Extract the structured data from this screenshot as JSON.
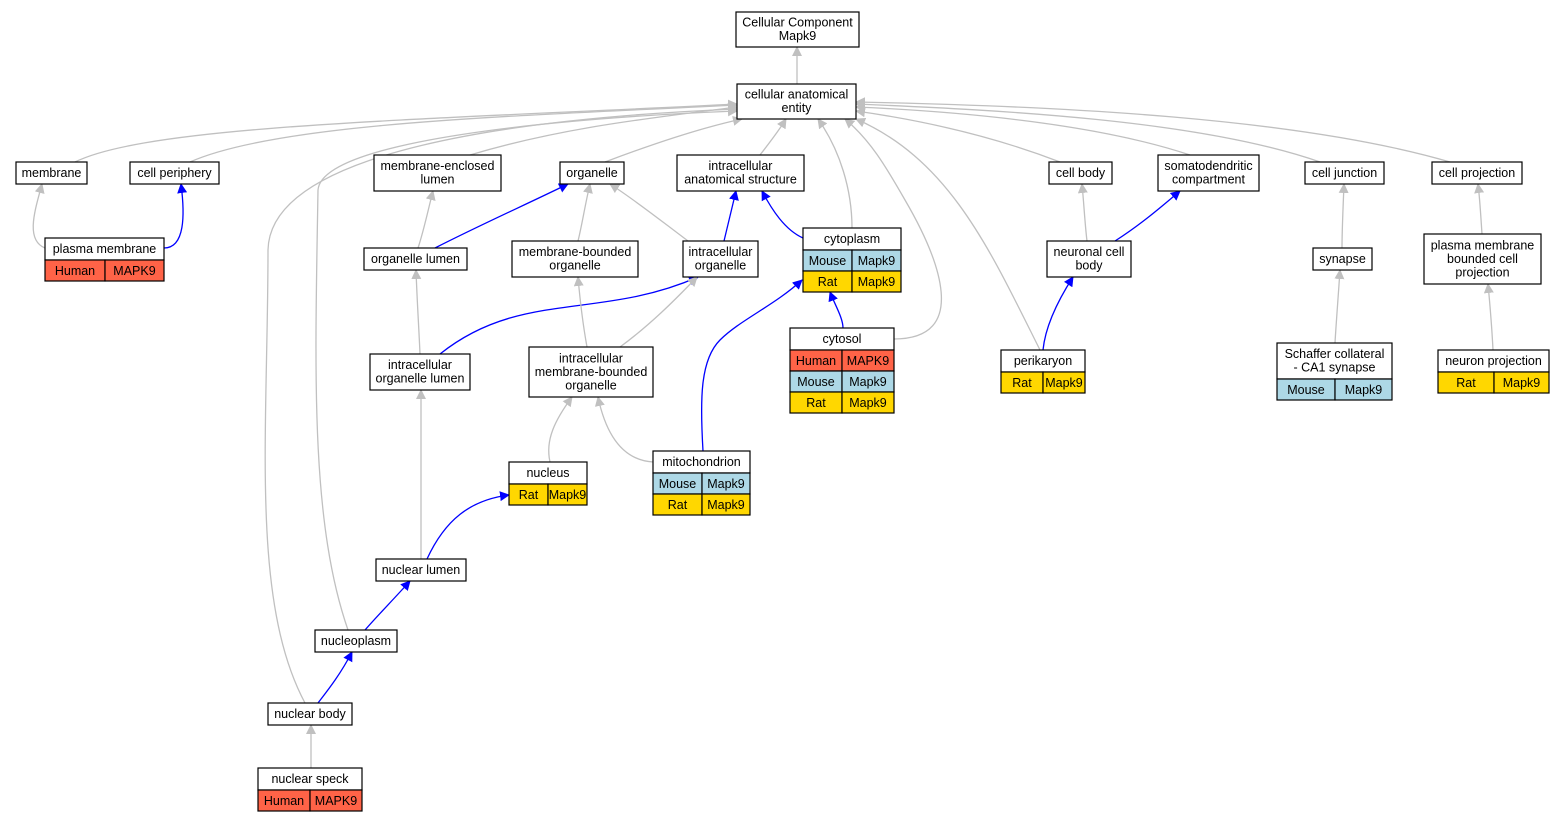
{
  "colors": {
    "human": "#ff6347",
    "mouse": "#add8e6",
    "rat": "#ffd700",
    "edge_is_a": "#c0c0c0",
    "edge_part_of": "#0000ff"
  },
  "nodes": [
    {
      "id": "root",
      "lines": [
        "Cellular Component",
        "Mapk9"
      ]
    },
    {
      "id": "cae",
      "lines": [
        "cellular anatomical",
        "entity"
      ]
    },
    {
      "id": "membrane",
      "lines": [
        "membrane"
      ]
    },
    {
      "id": "cellperiphery",
      "lines": [
        "cell periphery"
      ]
    },
    {
      "id": "mel",
      "lines": [
        "membrane-enclosed",
        "lumen"
      ]
    },
    {
      "id": "organelle",
      "lines": [
        "organelle"
      ]
    },
    {
      "id": "ias",
      "lines": [
        "intracellular",
        "anatomical structure"
      ]
    },
    {
      "id": "cellbody",
      "lines": [
        "cell body"
      ]
    },
    {
      "id": "somato",
      "lines": [
        "somatodendritic",
        "compartment"
      ]
    },
    {
      "id": "celljunction",
      "lines": [
        "cell junction"
      ]
    },
    {
      "id": "cellprojection",
      "lines": [
        "cell projection"
      ]
    },
    {
      "id": "plasmamembrane",
      "lines": [
        "plasma membrane"
      ],
      "genes": [
        {
          "species": "Human",
          "gene": "MAPK9"
        }
      ]
    },
    {
      "id": "organellelumen",
      "lines": [
        "organelle lumen"
      ]
    },
    {
      "id": "mbo",
      "lines": [
        "membrane-bounded",
        "organelle"
      ]
    },
    {
      "id": "io",
      "lines": [
        "intracellular",
        "organelle"
      ]
    },
    {
      "id": "cytoplasm",
      "lines": [
        "cytoplasm"
      ],
      "genes": [
        {
          "species": "Mouse",
          "gene": "Mapk9"
        },
        {
          "species": "Rat",
          "gene": "Mapk9"
        }
      ]
    },
    {
      "id": "ncb",
      "lines": [
        "neuronal cell",
        "body"
      ]
    },
    {
      "id": "synapse",
      "lines": [
        "synapse"
      ]
    },
    {
      "id": "pmbcp",
      "lines": [
        "plasma membrane",
        "bounded cell",
        "projection"
      ]
    },
    {
      "id": "iol",
      "lines": [
        "intracellular",
        "organelle lumen"
      ]
    },
    {
      "id": "imbo",
      "lines": [
        "intracellular",
        "membrane-bounded",
        "organelle"
      ]
    },
    {
      "id": "cytosol",
      "lines": [
        "cytosol"
      ],
      "genes": [
        {
          "species": "Human",
          "gene": "MAPK9"
        },
        {
          "species": "Mouse",
          "gene": "Mapk9"
        },
        {
          "species": "Rat",
          "gene": "Mapk9"
        }
      ]
    },
    {
      "id": "perikaryon",
      "lines": [
        "perikaryon"
      ],
      "genes": [
        {
          "species": "Rat",
          "gene": "Mapk9"
        }
      ]
    },
    {
      "id": "schaffer",
      "lines": [
        "Schaffer collateral",
        "- CA1 synapse"
      ],
      "genes": [
        {
          "species": "Mouse",
          "gene": "Mapk9"
        }
      ]
    },
    {
      "id": "neuronprojection",
      "lines": [
        "neuron projection"
      ],
      "genes": [
        {
          "species": "Rat",
          "gene": "Mapk9"
        }
      ]
    },
    {
      "id": "nucleus",
      "lines": [
        "nucleus"
      ],
      "genes": [
        {
          "species": "Rat",
          "gene": "Mapk9"
        }
      ]
    },
    {
      "id": "mitochondrion",
      "lines": [
        "mitochondrion"
      ],
      "genes": [
        {
          "species": "Mouse",
          "gene": "Mapk9"
        },
        {
          "species": "Rat",
          "gene": "Mapk9"
        }
      ]
    },
    {
      "id": "nuclearlumen",
      "lines": [
        "nuclear lumen"
      ]
    },
    {
      "id": "nucleoplasm",
      "lines": [
        "nucleoplasm"
      ]
    },
    {
      "id": "nuclearbody",
      "lines": [
        "nuclear body"
      ]
    },
    {
      "id": "nuclearspeck",
      "lines": [
        "nuclear speck"
      ],
      "genes": [
        {
          "species": "Human",
          "gene": "MAPK9"
        }
      ]
    }
  ],
  "edges": [
    {
      "from": "cae",
      "to": "root",
      "relation": "is_a"
    },
    {
      "from": "membrane",
      "to": "cae",
      "relation": "is_a"
    },
    {
      "from": "cellperiphery",
      "to": "cae",
      "relation": "is_a"
    },
    {
      "from": "mel",
      "to": "cae",
      "relation": "is_a"
    },
    {
      "from": "organelle",
      "to": "cae",
      "relation": "is_a"
    },
    {
      "from": "ias",
      "to": "cae",
      "relation": "is_a"
    },
    {
      "from": "cellbody",
      "to": "cae",
      "relation": "is_a"
    },
    {
      "from": "somato",
      "to": "cae",
      "relation": "is_a"
    },
    {
      "from": "celljunction",
      "to": "cae",
      "relation": "is_a"
    },
    {
      "from": "cellprojection",
      "to": "cae",
      "relation": "is_a"
    },
    {
      "from": "cytoplasm",
      "to": "cae",
      "relation": "is_a"
    },
    {
      "from": "cytosol",
      "to": "cae",
      "relation": "is_a"
    },
    {
      "from": "perikaryon",
      "to": "cae",
      "relation": "is_a"
    },
    {
      "from": "nucleoplasm",
      "to": "cae",
      "relation": "is_a"
    },
    {
      "from": "nuclearbody",
      "to": "cae",
      "relation": "is_a"
    },
    {
      "from": "plasmamembrane",
      "to": "membrane",
      "relation": "is_a"
    },
    {
      "from": "plasmamembrane",
      "to": "cellperiphery",
      "relation": "part_of"
    },
    {
      "from": "organellelumen",
      "to": "mel",
      "relation": "is_a"
    },
    {
      "from": "organellelumen",
      "to": "organelle",
      "relation": "part_of"
    },
    {
      "from": "mbo",
      "to": "organelle",
      "relation": "is_a"
    },
    {
      "from": "io",
      "to": "organelle",
      "relation": "is_a"
    },
    {
      "from": "io",
      "to": "ias",
      "relation": "part_of"
    },
    {
      "from": "cytoplasm",
      "to": "ias",
      "relation": "part_of"
    },
    {
      "from": "ncb",
      "to": "cellbody",
      "relation": "is_a"
    },
    {
      "from": "ncb",
      "to": "somato",
      "relation": "part_of"
    },
    {
      "from": "synapse",
      "to": "celljunction",
      "relation": "is_a"
    },
    {
      "from": "pmbcp",
      "to": "cellprojection",
      "relation": "is_a"
    },
    {
      "from": "iol",
      "to": "organellelumen",
      "relation": "is_a"
    },
    {
      "from": "iol",
      "to": "io",
      "relation": "part_of"
    },
    {
      "from": "imbo",
      "to": "mbo",
      "relation": "is_a"
    },
    {
      "from": "imbo",
      "to": "io",
      "relation": "is_a"
    },
    {
      "from": "cytosol",
      "to": "cytoplasm",
      "relation": "part_of"
    },
    {
      "from": "perikaryon",
      "to": "ncb",
      "relation": "part_of"
    },
    {
      "from": "schaffer",
      "to": "synapse",
      "relation": "is_a"
    },
    {
      "from": "neuronprojection",
      "to": "pmbcp",
      "relation": "is_a"
    },
    {
      "from": "nucleus",
      "to": "imbo",
      "relation": "is_a"
    },
    {
      "from": "mitochondrion",
      "to": "imbo",
      "relation": "is_a"
    },
    {
      "from": "mitochondrion",
      "to": "cytoplasm",
      "relation": "part_of"
    },
    {
      "from": "nuclearlumen",
      "to": "iol",
      "relation": "is_a"
    },
    {
      "from": "nuclearlumen",
      "to": "nucleus",
      "relation": "part_of"
    },
    {
      "from": "nucleoplasm",
      "to": "nuclearlumen",
      "relation": "part_of"
    },
    {
      "from": "nuclearbody",
      "to": "nucleoplasm",
      "relation": "part_of"
    },
    {
      "from": "nuclearspeck",
      "to": "nuclearbody",
      "relation": "is_a"
    }
  ]
}
